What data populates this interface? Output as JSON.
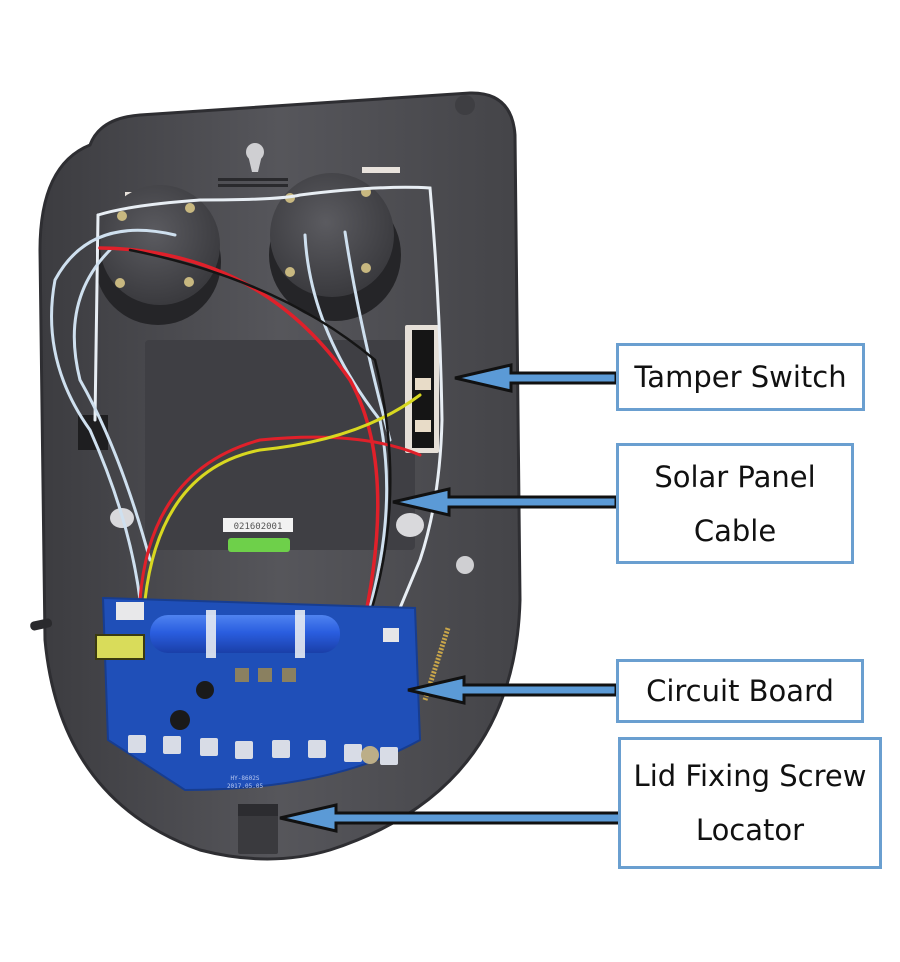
{
  "figure": {
    "subject": "Wireless alarm siren enclosure, opened, back plate view",
    "colors": {
      "background": "#ffffff",
      "enclosure": "#4a4a4f",
      "enclosure_edge": "#3a3a3e",
      "pcb": "#1f4fb8",
      "battery": "#2a5ee0",
      "label_border": "#6a9fd0",
      "arrow_fill": "#5b9ad6",
      "arrow_outline": "#111111",
      "wire_red": "#e0202a",
      "wire_black": "#151515",
      "wire_yellow": "#d8d820",
      "wire_white": "#e8eef4",
      "transformer": "#d9dc5a",
      "spirit_level": "#6ed04a"
    },
    "pcb_markings": {
      "model": "HY-8602S",
      "date": "2017.05.05",
      "level_sticker": "021602001"
    },
    "callouts": [
      {
        "id": "tamper-switch",
        "lines": [
          "Tamper Switch"
        ]
      },
      {
        "id": "solar-panel-cable",
        "lines": [
          "Solar Panel",
          "Cable"
        ]
      },
      {
        "id": "circuit-board",
        "lines": [
          "Circuit Board"
        ]
      },
      {
        "id": "lid-fixing-screw-locator",
        "lines": [
          "Lid Fixing Screw",
          "Locator"
        ]
      }
    ]
  }
}
